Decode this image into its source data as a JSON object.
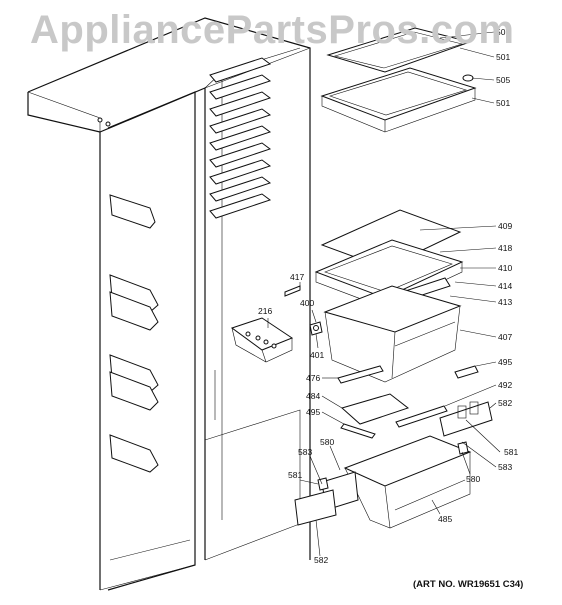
{
  "watermark": "AppliancePartsPros.com",
  "art_number": "(ART NO. WR19651 C34)",
  "callouts": [
    {
      "id": "c505a",
      "text": "505"
    },
    {
      "id": "c501a",
      "text": "501"
    },
    {
      "id": "c505b",
      "text": "505"
    },
    {
      "id": "c501b",
      "text": "501"
    },
    {
      "id": "c409",
      "text": "409"
    },
    {
      "id": "c418",
      "text": "418"
    },
    {
      "id": "c410",
      "text": "410"
    },
    {
      "id": "c414",
      "text": "414"
    },
    {
      "id": "c413",
      "text": "413"
    },
    {
      "id": "c417",
      "text": "417"
    },
    {
      "id": "c216",
      "text": "216"
    },
    {
      "id": "c400",
      "text": "400"
    },
    {
      "id": "c401",
      "text": "401"
    },
    {
      "id": "c407",
      "text": "407"
    },
    {
      "id": "c495a",
      "text": "495"
    },
    {
      "id": "c476",
      "text": "476"
    },
    {
      "id": "c492",
      "text": "492"
    },
    {
      "id": "c484",
      "text": "484"
    },
    {
      "id": "c495b",
      "text": "495"
    },
    {
      "id": "c582a",
      "text": "582"
    },
    {
      "id": "c580a",
      "text": "580"
    },
    {
      "id": "c583a",
      "text": "583"
    },
    {
      "id": "c581a",
      "text": "581"
    },
    {
      "id": "c583b",
      "text": "583"
    },
    {
      "id": "c580b",
      "text": "580"
    },
    {
      "id": "c581b",
      "text": "581"
    },
    {
      "id": "c485",
      "text": "485"
    },
    {
      "id": "c582b",
      "text": "582"
    }
  ]
}
